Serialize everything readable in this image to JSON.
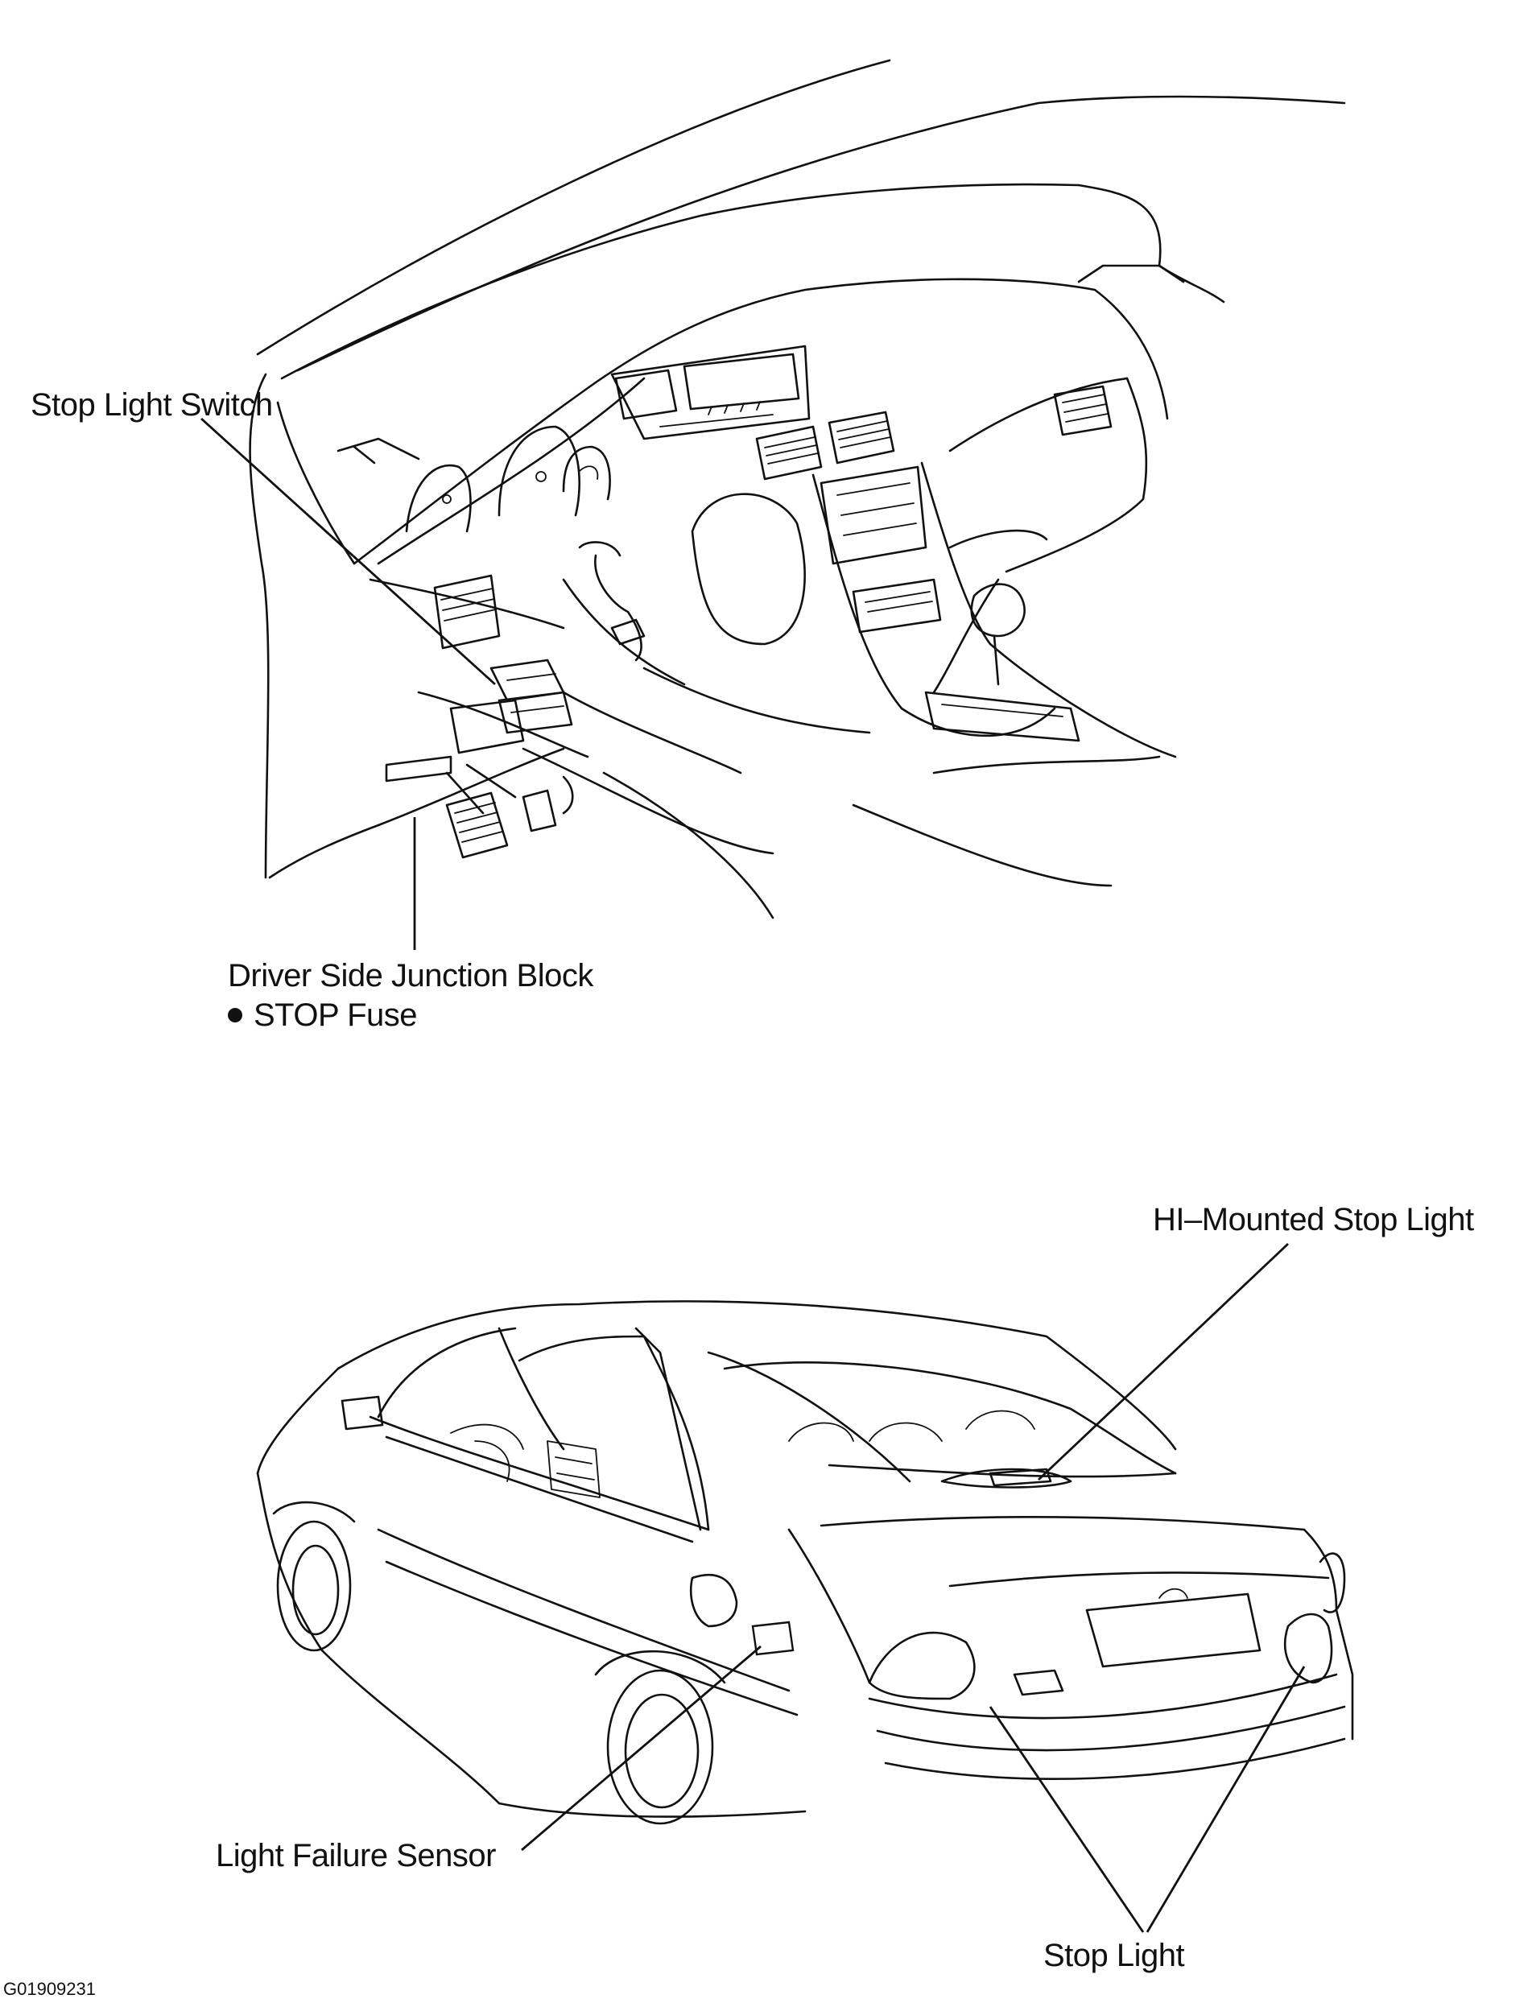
{
  "labels": {
    "stop_light_switch": "Stop Light Switch",
    "driver_side_junction_block": "Driver Side Junction Block",
    "stop_fuse": "STOP Fuse",
    "hi_mounted_stop_light": "HI–Mounted Stop Light",
    "light_failure_sensor": "Light Failure Sensor",
    "stop_light": "Stop Light"
  },
  "figure_code": "G01909231",
  "icons": {
    "bullet": "filled-circle-bullet"
  }
}
